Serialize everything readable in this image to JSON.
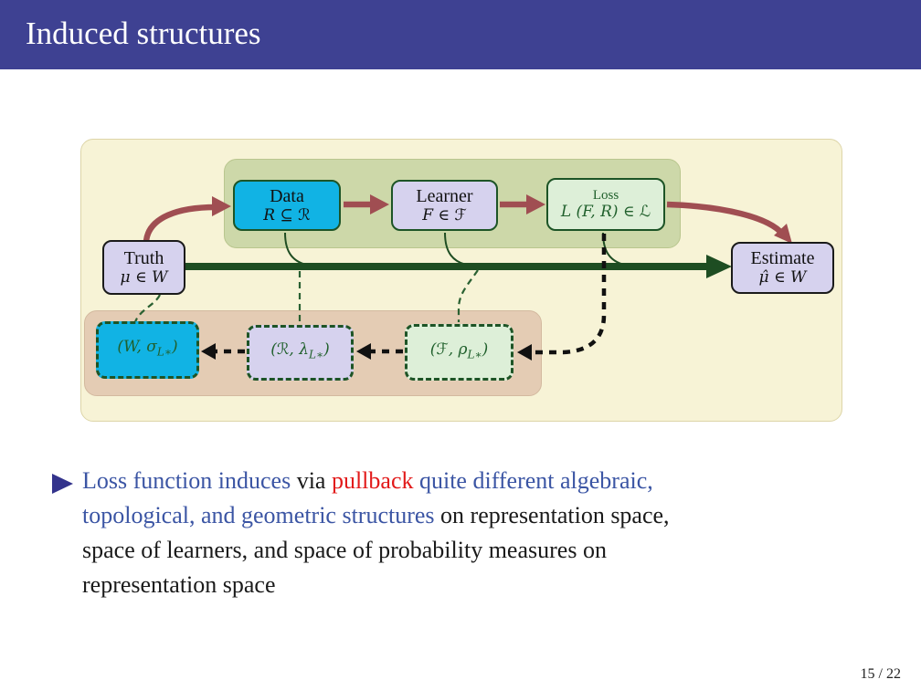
{
  "slide": {
    "title": "Induced structures",
    "page_number": "15 / 22"
  },
  "colors": {
    "title_bar": "#3e4192",
    "title_text": "#ffffff",
    "cream_bg": "#f7f3d6",
    "cream_border": "#ddd5a8",
    "green_group": "#cdd8a9",
    "green_group_border": "#b9c68e",
    "tan_group": "#e4ccb4",
    "tan_group_border": "#d3b99f",
    "cyan_fill": "#11b3e4",
    "lavender_fill": "#d6d2ee",
    "lightgreen_fill": "#ddefd8",
    "green_border": "#1d5426",
    "green_text": "#20602c",
    "black_border": "#1a1a1a",
    "arrow_red": "#a04e52",
    "arrow_green": "#1e4d22",
    "dash_green": "#2a6132",
    "arrow_black": "#111111",
    "text_blue": "#3b55a4",
    "text_red": "#e21a1a",
    "text_black": "#1a1a1a",
    "bullet_marker": "#33338c"
  },
  "diagram": {
    "nodes": {
      "truth": {
        "title": "Truth",
        "math": "μ ∈ W"
      },
      "data": {
        "title": "Data",
        "math": "R ⊆ ℛ"
      },
      "learner": {
        "title": "Learner",
        "math": "F ∈ ℱ"
      },
      "loss": {
        "title": "Loss",
        "math": "L (F, R) ∈ ℒ"
      },
      "estimate": {
        "title": "Estimate",
        "math": "μ̂ ∈ W"
      },
      "w_sigma": {
        "pre": "(W, σ",
        "sub": "L∗",
        "post": ")"
      },
      "r_lambda": {
        "pre": "(ℛ, λ",
        "sub": "L∗",
        "post": ")"
      },
      "f_rho": {
        "pre": "(ℱ, ρ",
        "sub": "L∗",
        "post": ")"
      }
    }
  },
  "bullet": {
    "lines": [
      [
        {
          "t": "Loss function induces",
          "c": "blue"
        },
        {
          "t": " via ",
          "c": "black"
        },
        {
          "t": "pullback",
          "c": "red"
        },
        {
          "t": " quite different algebraic,",
          "c": "blue"
        }
      ],
      [
        {
          "t": "topological, and geometric structures",
          "c": "blue"
        },
        {
          "t": " on representation space,",
          "c": "black"
        }
      ],
      [
        {
          "t": "space of learners, and space of probability measures on",
          "c": "black"
        }
      ],
      [
        {
          "t": "representation space",
          "c": "black"
        }
      ]
    ]
  }
}
